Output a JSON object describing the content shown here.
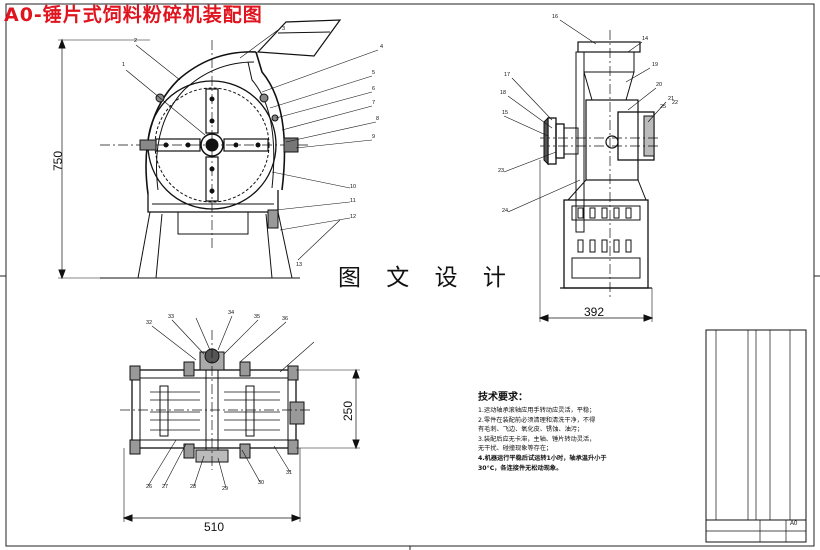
{
  "drawing": {
    "title": "A0-锤片式饲料粉碎机装配图",
    "design_stamp": "图 文 设 计",
    "dimensions": {
      "height": "750",
      "width_side": "392",
      "depth_top": "250",
      "width_top": "510"
    },
    "callouts_front": [
      "1",
      "2",
      "3",
      "4",
      "5",
      "6",
      "7",
      "8",
      "9",
      "10",
      "11",
      "12",
      "13"
    ],
    "callouts_side": [
      "14",
      "15",
      "16",
      "17",
      "18",
      "19",
      "20",
      "21",
      "22",
      "23",
      "24",
      "25"
    ],
    "callouts_top": [
      "26",
      "27",
      "28",
      "29",
      "30",
      "31",
      "32",
      "33",
      "34",
      "35",
      "36"
    ],
    "technical_requirements": {
      "heading": "技术要求：",
      "lines": [
        "1.运动轴承滚轴应用手转动应灵活，平稳；",
        "2.零件在装配前必须清理和清洗干净，不得",
        "有毛刺、飞边、氧化皮、锈蚀、油污；",
        "3.装配后应无卡滞，主轴、锤片转动灵活，",
        "无干扰、碰撞现象等存在；",
        "4.机器运行平稳后试运转1小时，轴承温升小于",
        "30°C，各连接件无松动现象。"
      ]
    },
    "title_block": {
      "drawing_no": "A0"
    }
  }
}
